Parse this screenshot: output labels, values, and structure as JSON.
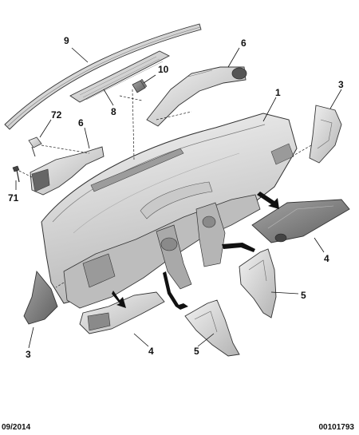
{
  "diagram": {
    "callouts": {
      "c1": "1",
      "c3_top": "3",
      "c3_left": "3",
      "c4_right": "4",
      "c4_bottom": "4",
      "c5_right": "5",
      "c5_bottom": "5",
      "c6_top": "6",
      "c6_left": "6",
      "c8": "8",
      "c9": "9",
      "c10": "10",
      "c71": "71",
      "c72": "72"
    },
    "colors": {
      "part_fill": "#e3e3e3",
      "part_dark": "#8f8f8f",
      "outline": "#333333"
    }
  },
  "footer": {
    "date": "09/2014",
    "reference": "00101793"
  }
}
